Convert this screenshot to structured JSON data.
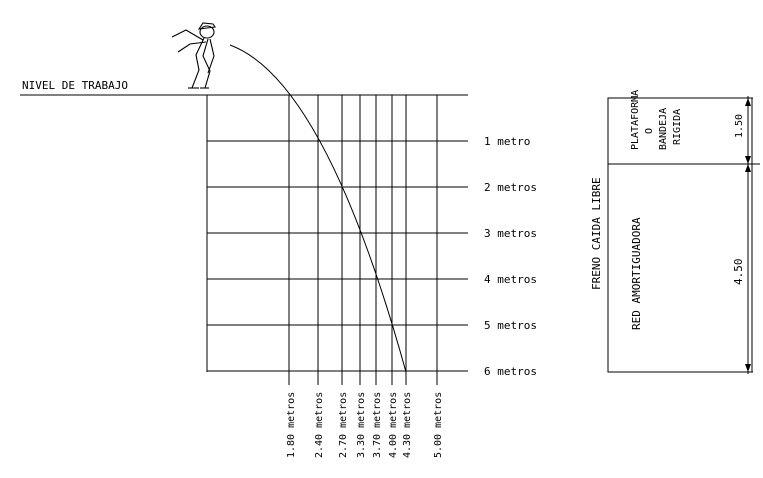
{
  "work_level_label": "NIVEL DE TRABAJO",
  "depth_labels": [
    "1 metro",
    "2 metros",
    "3 metros",
    "4 metros",
    "5 metros",
    "6 metros"
  ],
  "distance_labels": [
    "1.80 metros",
    "2.40 metros",
    "2.70 metros",
    "3.30 metros",
    "3.70 metros",
    "4.00 metros",
    "4.30 metros",
    "5.00 metros"
  ],
  "panel": {
    "vertical_title": "FRENO CAIDA LIBRE",
    "top_box_lines": [
      "PLATAFORMA",
      "O",
      "BANDEJA",
      "RIGIDA"
    ],
    "top_dimension": "1.50",
    "bottom_box_text": "RED AMORTIGUADORA",
    "bottom_dimension": "4.50"
  }
}
